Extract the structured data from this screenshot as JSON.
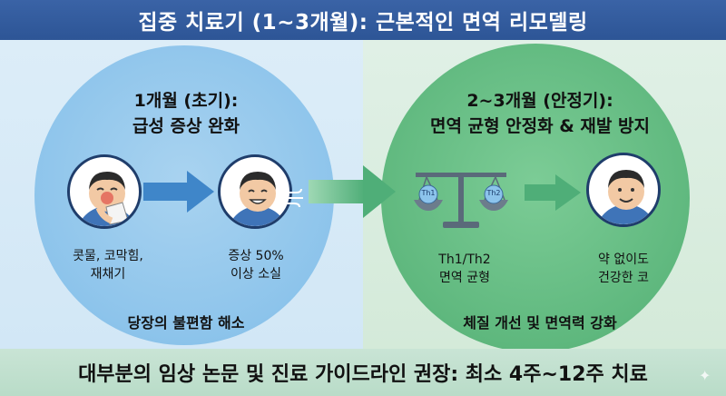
{
  "header": {
    "title": "집중 치료기 (1~3개월): 근본적인 면역 리모델링"
  },
  "left_phase": {
    "title_line1": "1개월 (초기):",
    "title_line2": "급성 증상 완화",
    "before_caption_line1": "콧물, 코막힘,",
    "before_caption_line2": "재채기",
    "after_caption_line1": "증상 50%",
    "after_caption_line2": "이상 소실",
    "summary": "당장의 불편함 해소"
  },
  "right_phase": {
    "title_line1": "2~3개월 (안정기):",
    "title_line2": "면역 균형 안정화 & 재발 방지",
    "scale_left_label": "Th1",
    "scale_right_label": "Th2",
    "balance_caption_line1": "Th1/Th2",
    "balance_caption_line2": "면역 균형",
    "healthy_caption_line1": "약 없이도",
    "healthy_caption_line2": "건강한 코",
    "summary": "체질 개선 및 면역력 강화"
  },
  "footer": {
    "text": "대부분의 임상 논문 및 진료 가이드라인 권장: 최소 4주~12주 치료"
  },
  "colors": {
    "header_bg": "#2d5596",
    "left_circle": "#8dc4eb",
    "right_circle": "#5fb87e",
    "arrow_blue": "#3f86c9",
    "arrow_green": "#4fae78",
    "footer_bg": "#c1e0ce"
  }
}
